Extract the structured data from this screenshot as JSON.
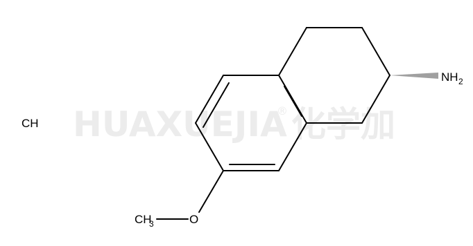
{
  "watermark": {
    "latin": "HUAXUEJIA",
    "registered": "®",
    "cjk": "化学加"
  },
  "molecule": {
    "amine_label": "NH",
    "amine_subscript": "2",
    "oxygen_label": "O",
    "methyl_label": "CH",
    "methyl_subscript": "3",
    "salt_label": "CH"
  },
  "colors": {
    "bond": "#000000",
    "wedge": "#a0a0a0",
    "watermark": "#ececec"
  }
}
